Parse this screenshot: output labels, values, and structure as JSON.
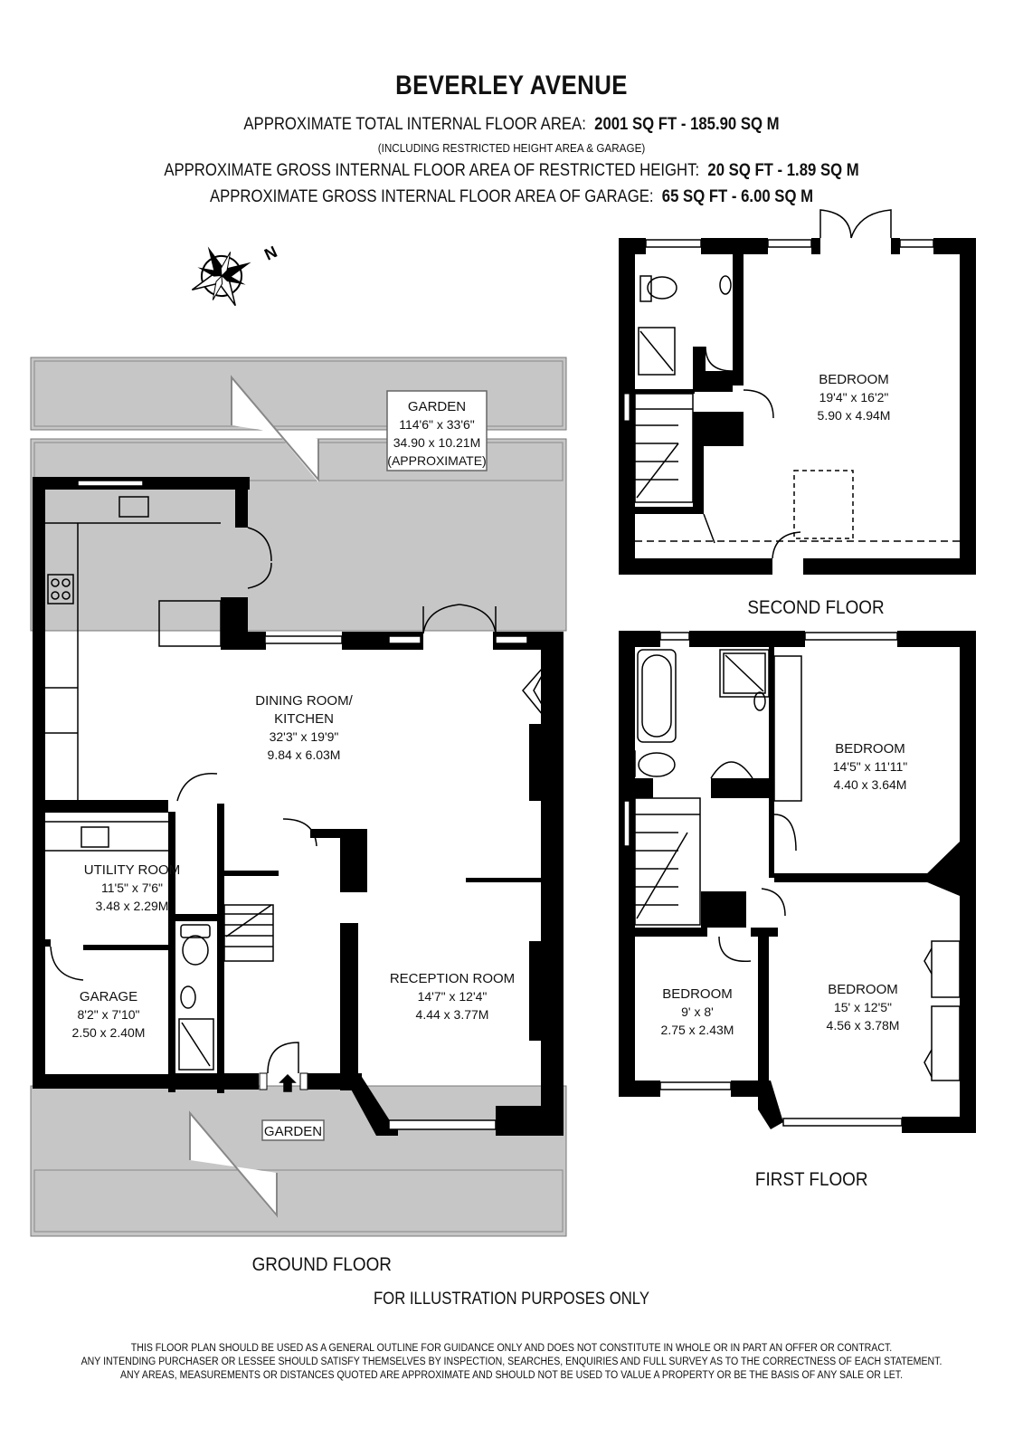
{
  "header": {
    "title": "BEVERLEY AVENUE",
    "line1_label": "APPROXIMATE TOTAL INTERNAL FLOOR AREA:",
    "line1_value": "2001 SQ FT  -  185.90 SQ M",
    "line1_note": "(INCLUDING RESTRICTED HEIGHT AREA & GARAGE)",
    "line2_label": "APPROXIMATE GROSS INTERNAL FLOOR AREA OF RESTRICTED HEIGHT:",
    "line2_value": "20 SQ FT  -  1.89 SQ M",
    "line3_label": "APPROXIMATE GROSS INTERNAL FLOOR AREA OF GARAGE:",
    "line3_value": "65 SQ FT  -  6.00 SQ M"
  },
  "compass": {
    "label": "N",
    "icon": "compass-rose-icon"
  },
  "floors": {
    "second": "SECOND FLOOR",
    "first": "FIRST FLOOR",
    "ground": "GROUND FLOOR"
  },
  "rooms": {
    "garden_rear": {
      "name": "GARDEN",
      "imperial": "114'6\" x 33'6\"",
      "metric": "34.90 x 10.21M",
      "note": "(APPROXIMATE)"
    },
    "dining_kitchen": {
      "name1": "DINING ROOM/",
      "name2": "KITCHEN",
      "imperial": "32'3\" x 19'9\"",
      "metric": "9.84 x 6.03M"
    },
    "utility": {
      "name": "UTILITY ROOM",
      "imperial": "11'5\" x 7'6\"",
      "metric": "3.48 x 2.29M"
    },
    "garage": {
      "name": "GARAGE",
      "imperial": "8'2\" x 7'10\"",
      "metric": "2.50 x 2.40M"
    },
    "reception": {
      "name": "RECEPTION ROOM",
      "imperial": "14'7\" x 12'4\"",
      "metric": "4.44 x 3.77M"
    },
    "garden_front": {
      "name": "GARDEN"
    },
    "second_bedroom": {
      "name": "BEDROOM",
      "imperial": "19'4\" x 16'2\"",
      "metric": "5.90 x 4.94M"
    },
    "first_bedroom_a": {
      "name": "BEDROOM",
      "imperial": "14'5\" x 11'11\"",
      "metric": "4.40 x 3.64M"
    },
    "first_bedroom_b": {
      "name": "BEDROOM",
      "imperial": "9' x 8'",
      "metric": "2.75 x 2.43M"
    },
    "first_bedroom_c": {
      "name": "BEDROOM",
      "imperial": "15' x 12'5\"",
      "metric": "4.56 x 3.78M"
    }
  },
  "footer": {
    "illustration": "FOR ILLUSTRATION PURPOSES ONLY",
    "disclaimer": [
      "THIS FLOOR PLAN SHOULD BE USED AS A GENERAL OUTLINE FOR GUIDANCE ONLY AND DOES NOT CONSTITUTE IN WHOLE OR IN PART AN OFFER OR CONTRACT.",
      "ANY INTENDING PURCHASER OR LESSEE SHOULD SATISFY THEMSELVES BY INSPECTION, SEARCHES, ENQUIRIES AND FULL SURVEY AS TO THE CORRECTNESS OF EACH STATEMENT.",
      "ANY AREAS, MEASUREMENTS OR DISTANCES QUOTED ARE APPROXIMATE AND SHOULD NOT BE USED TO VALUE A PROPERTY OR BE THE BASIS OF ANY SALE OR LET."
    ]
  },
  "colors": {
    "wall": "#000000",
    "garden": "#c6c6c6",
    "paper": "#ffffff"
  }
}
